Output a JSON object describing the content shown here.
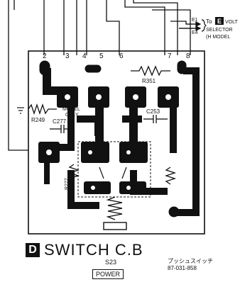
{
  "diagram": {
    "terminals": [
      "2",
      "3",
      "4",
      "5",
      "6",
      "7",
      "8"
    ],
    "outputs": {
      "e1": "E1",
      "e4": "E4",
      "to_label": "To",
      "ref_letter": "E",
      "volt_label": "VOLT",
      "selector_label": "SELECTOR",
      "model_label": "(H MODEL"
    },
    "components": {
      "r351": "R351",
      "r249": "R249",
      "c277": "C277",
      "c253": "C253",
      "r277": "R277",
      "model_note_line1": "MODEL",
      "model_note_line2": "ONLY"
    },
    "title": {
      "letter": "D",
      "text": "SWITCH C.B"
    },
    "switch_ref": "S23",
    "switch_name": "POWER",
    "japanese_note": {
      "line1": "プッシュスイッチ",
      "line2": "87-031-858"
    }
  }
}
